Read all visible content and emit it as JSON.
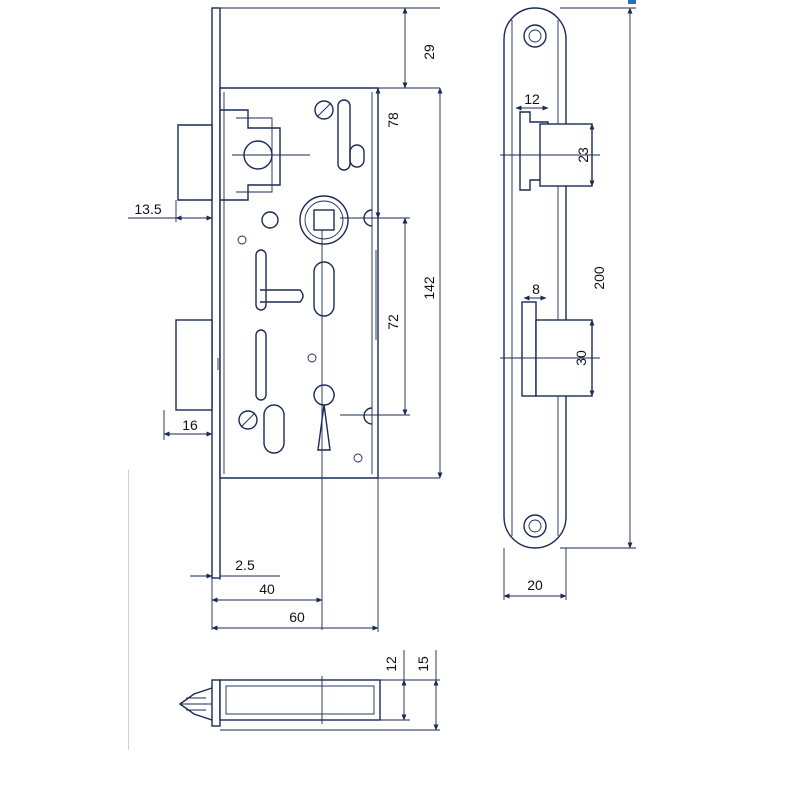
{
  "dimensions": {
    "d29": "29",
    "d78": "78",
    "d142": "142",
    "d72": "72",
    "d13_5": "13.5",
    "d16": "16",
    "d2_5": "2.5",
    "d40": "40",
    "d60": "60",
    "d12_top": "12",
    "d23": "23",
    "d8": "8",
    "d30": "30",
    "d200": "200",
    "d20": "20",
    "d12_bottom": "12",
    "d15": "15"
  },
  "colors": {
    "line": "#1a2a55",
    "accent": "#1e73be",
    "text": "#111111"
  }
}
